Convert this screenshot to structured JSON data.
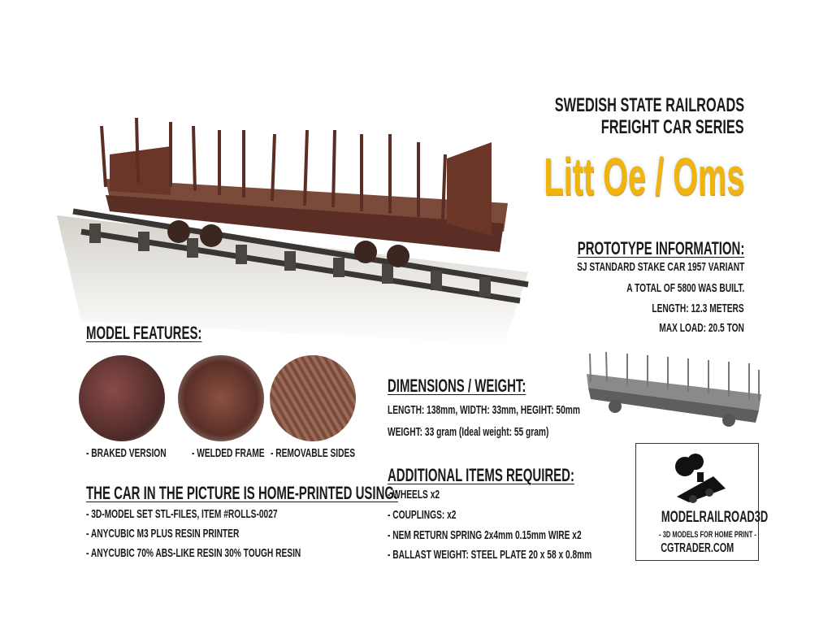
{
  "header": {
    "line1": "SWEDISH STATE RAILROADS",
    "line2": "FREIGHT CAR SERIES",
    "model_name": "Litt Oe / Oms",
    "accent_color": "#f2b40c"
  },
  "prototype": {
    "heading": "PROTOTYPE INFORMATION:",
    "lines": [
      "SJ STANDARD STAKE CAR 1957 VARIANT",
      "A TOTAL OF 5800 WAS BUILT.",
      "LENGTH: 12.3 METERS",
      "MAX LOAD: 20.5 TON"
    ]
  },
  "features": {
    "heading": "MODEL FEATURES:",
    "captions": [
      "-  BRAKED VERSION",
      "- WELDED FRAME",
      "- REMOVABLE SIDES"
    ]
  },
  "printing": {
    "heading": "THE CAR IN THE PICTURE IS HOME-PRINTED USING:",
    "lines": [
      "- 3D-MODEL SET STL-FILES, ITEM #ROLLS-0027",
      "- ANYCUBIC M3 PLUS RESIN PRINTER",
      "- ANYCUBIC 70% ABS-LIKE RESIN  30% TOUGH RESIN"
    ]
  },
  "dimensions": {
    "heading": "DIMENSIONS / WEIGHT:",
    "lines": [
      "LENGTH: 138mm, WIDTH: 33mm, HEGIHT: 50mm",
      "WEIGHT: 33 gram (Ideal weight: 55 gram)"
    ]
  },
  "additional": {
    "heading": "ADDITIONAL ITEMS REQUIRED:",
    "lines": [
      "- WHEELS  x2",
      "- COUPLINGS: x2",
      "- NEM RETURN SPRING 2x4mm 0.15mm WIRE x2",
      "- BALLAST WEIGHT: STEEL PLATE 20 x 58 x 0.8mm"
    ]
  },
  "logo": {
    "name": "MODELRAILROAD3D",
    "tagline": "- 3D MODELS FOR HOME PRINT -",
    "site": "CGTRADER.COM"
  }
}
